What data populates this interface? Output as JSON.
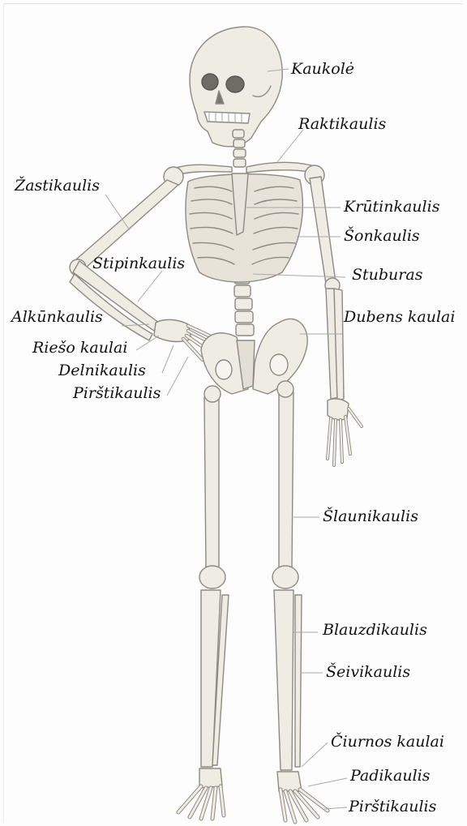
{
  "labels": {
    "kaukole": "Kaukolė",
    "raktikaulis": "Raktikaulis",
    "zastikaulis": "Žastikaulis",
    "krutinkaulis": "Krūtinkaulis",
    "sonkaulis": "Šonkaulis",
    "stipinkaulis": "Stipinkaulis",
    "stuburas": "Stuburas",
    "alkunkaulis": "Alkūnkaulis",
    "dubens": "Dubens kaulai",
    "rieso": "Riešo kaulai",
    "delnikaulis": "Delnikaulis",
    "pirstikaulis_hand": "Pirštikaulis",
    "slaunikaulis": "Šlaunikaulis",
    "blauzdikaulis": "Blauzdikaulis",
    "seivikaulis": "Šeivikaulis",
    "ciurnos": "Čiurnos kaulai",
    "padikaulis": "Padikaulis",
    "pirstikaulis_foot": "Pirštikaulis"
  },
  "colors": {
    "bone_fill": "#efece4",
    "bone_stroke": "#8d8a83",
    "bone_shade": "#d9d5cb",
    "leader_line": "#a9a9a9"
  }
}
